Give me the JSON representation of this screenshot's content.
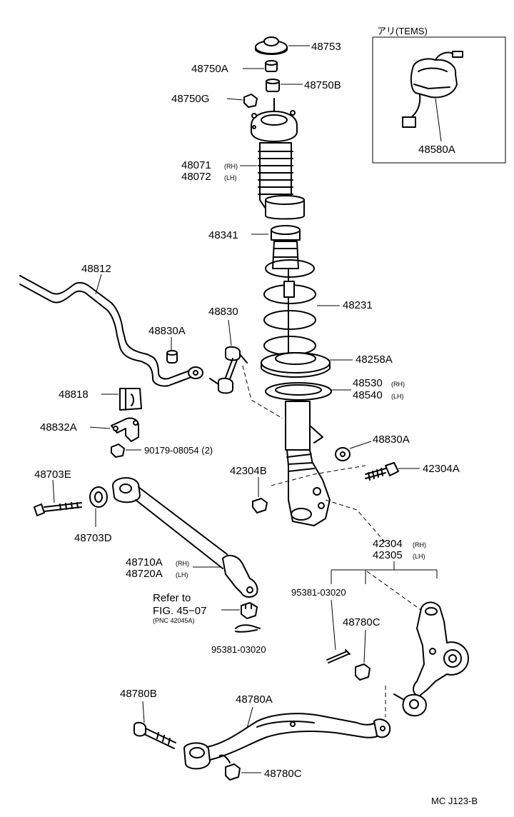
{
  "inset": {
    "title": "アリ(TEMS)",
    "part": "48580A"
  },
  "labels": {
    "p48753": "48753",
    "p48750A": "48750A",
    "p48750B": "48750B",
    "p48750G": "48750G",
    "p48071": "48071",
    "p48071_side": "(RH)",
    "p48072": "48072",
    "p48072_side": "(LH)",
    "p48341": "48341",
    "p48812": "48812",
    "p48231": "48231",
    "p48830": "48830",
    "p48830A_top": "48830A",
    "p48258A": "48258A",
    "p48530": "48530",
    "p48530_side": "(RH)",
    "p48540": "48540",
    "p48540_side": "(LH)",
    "p48818": "48818",
    "p48832A": "48832A",
    "p48830A_right": "48830A",
    "p90179": "90179-08054 (2)",
    "p42304B": "42304B",
    "p42304A": "42304A",
    "p48703E": "48703E",
    "p48703D": "48703D",
    "p42304": "42304",
    "p42304_side": "(RH)",
    "p42305": "42305",
    "p42305_side": "(LH)",
    "p48710A": "48710A",
    "p48710A_side": "(RH)",
    "p48720A": "48720A",
    "p48720A_side": "(LH)",
    "refer_line1": "Refer to",
    "refer_line2": "FIG. 45−07",
    "refer_line3": "(PNC 42045A)",
    "p95381_left": "95381-03020",
    "p95381_right": "95381-03020",
    "p48780C_top": "48780C",
    "p48780B": "48780B",
    "p48780A": "48780A",
    "p48780C_bottom": "48780C"
  },
  "footer": {
    "code": "MC J123-B"
  }
}
